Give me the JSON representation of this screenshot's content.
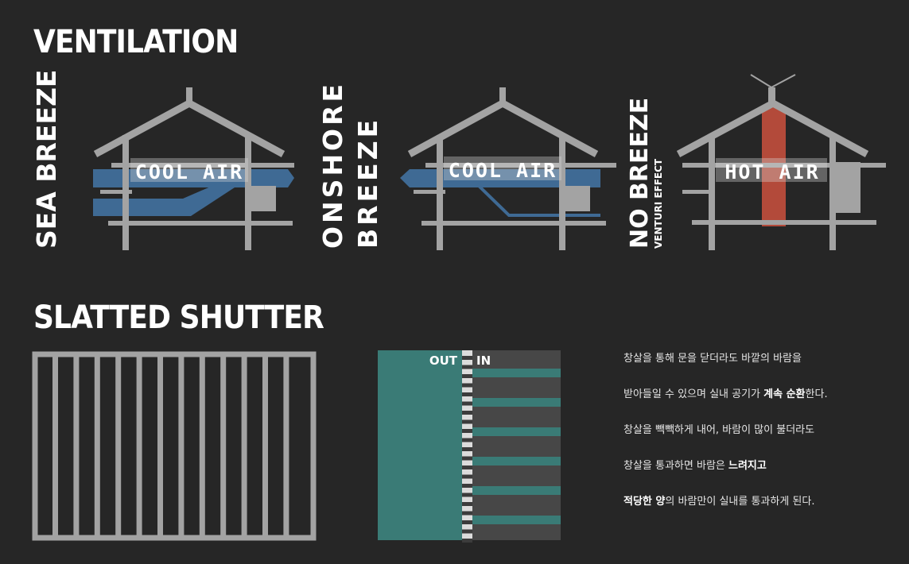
{
  "sections": {
    "ventilation_title": "VENTILATION",
    "shutter_title": "SLATTED SHUTTER"
  },
  "houses": [
    {
      "side_label": "SEA BREEZE",
      "air_label": "COOL AIR"
    },
    {
      "side_label_line1": "ONSHORE",
      "side_label_line2": "BREEZE",
      "air_label": "COOL AIR"
    },
    {
      "side_label": "NO BREEZE",
      "side_sublabel": "VENTURI EFFECT",
      "air_label": "HOT AIR"
    }
  ],
  "shutter_detail": {
    "out_label": "OUT",
    "in_label": "IN"
  },
  "description": {
    "line1": "창살을 통해 문을 닫더라도 바깥의 바람을",
    "line2_pre": "받아들일 수 있으며 실내 공기가 ",
    "line2_bold": "계속 순환",
    "line2_post": "한다.",
    "line3": "창살을 빽빽하게 내어, 바람이 많이 불더라도",
    "line4_pre": "창살을 통과하면 바람은 ",
    "line4_bold": "느려지고",
    "line5_bold": "적당한 양",
    "line5_post": "의 바람만이 실내를 통과하게 된다."
  },
  "colors": {
    "background": "#262626",
    "structure": "#a3a3a3",
    "cool_air": "#3f6a94",
    "hot_air": "#b34a3a",
    "outside_air": "#3a7b76",
    "inside_bg": "#474747",
    "text": "#ffffff"
  }
}
